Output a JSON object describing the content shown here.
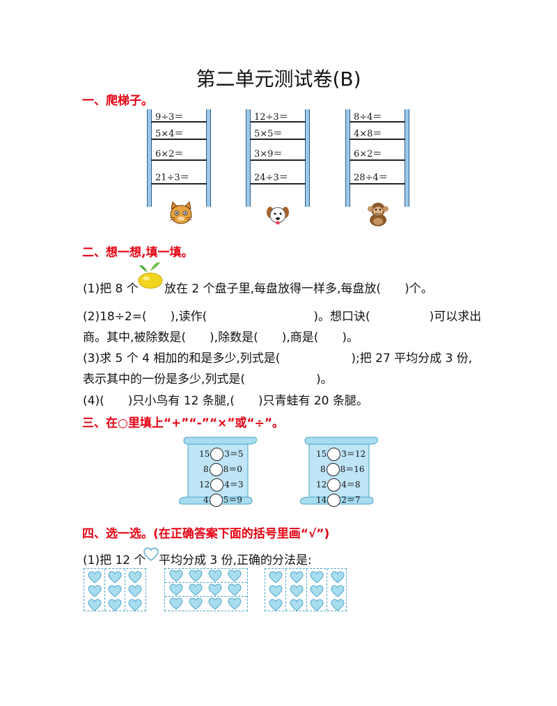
{
  "title": "第二单元测试卷(B)",
  "sections": {
    "s1": "一、爬梯子。",
    "s2": "二、想一想,填一填。",
    "s3": "三、在○里填上“+”“-”“×”或“÷”。",
    "s4": "四、选一选。(在正确答案下面的括号里画“√”)"
  },
  "ladders": [
    {
      "eqs": [
        "9÷3＝",
        "5×4＝",
        "6×2＝",
        "21÷3＝"
      ],
      "animal": "cat-icon"
    },
    {
      "eqs": [
        "12÷3＝",
        "5×5＝",
        "3×9＝",
        "24÷3＝"
      ],
      "animal": "dog-icon"
    },
    {
      "eqs": [
        "8÷4＝",
        "4×8＝",
        "6×2＝",
        "28÷4＝"
      ],
      "animal": "monkey-icon"
    }
  ],
  "q2": {
    "l1a": "(1)把 8 个",
    "l1b": "放在 2 个盘子里,每盘放得一样多,每盘放(　　)个。",
    "l2": "(2)18÷2=(　　),读作(　　　　　　　　　)。想口诀(　　　　　)可以求出",
    "l3": "商。其中,被除数是(　　),除数是(　　),商是(　　)。",
    "l4": "(3)求 5 个 4 相加的和是多少,列式是(　　　　　　);把 27 平均分成 3 份,",
    "l5": "表示其中的一份是多少,列式是(　　　　　　)。",
    "l6": "(4)(　　)只小鸟有 12 条腿,(　　)只青蛙有 20 条腿。"
  },
  "scrolls": [
    [
      {
        "a": "15",
        "b": "3＝5"
      },
      {
        "a": "8",
        "b": "8＝0"
      },
      {
        "a": "12",
        "b": "4＝3"
      },
      {
        "a": "4",
        "b": "5＝9"
      }
    ],
    [
      {
        "a": "15",
        "b": "3＝12"
      },
      {
        "a": "8",
        "b": "8＝16"
      },
      {
        "a": "12",
        "b": "4＝8"
      },
      {
        "a": "14",
        "b": "2＝7"
      }
    ]
  ],
  "q4": {
    "l1a": "(1)把 12 个",
    "l1b": "平均分成 3 份,正确的分法是:"
  },
  "colors": {
    "section": "#e60012",
    "rail": "#9cc9ea",
    "heart": "#a8ddf0",
    "dash": "#4aa3c8"
  }
}
